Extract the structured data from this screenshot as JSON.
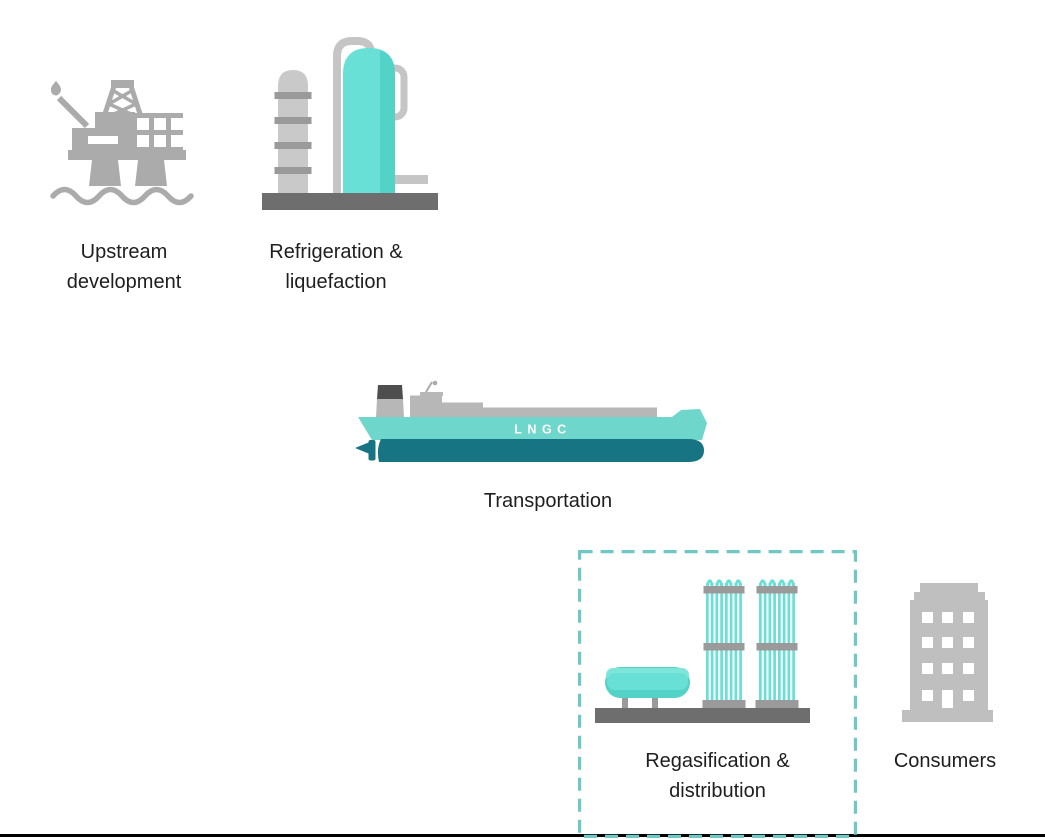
{
  "diagram": {
    "title": "",
    "stages": [
      {
        "id": "upstream-development",
        "label": "Upstream development",
        "lines": [
          "Upstream",
          "development"
        ],
        "icon": "offshore-oil-rig-icon"
      },
      {
        "id": "refrigeration-liquefaction",
        "label": "Refrigeration & liquefaction",
        "lines": [
          "Refrigeration &",
          "liquefaction"
        ],
        "icon": "liquefaction-plant-icon"
      },
      {
        "id": "transportation",
        "label": "Transportation",
        "lines": [
          "Transportation"
        ],
        "icon": "lng-carrier-ship-icon",
        "ship_hull_text": "LNGC"
      },
      {
        "id": "regasification-distribution",
        "label": "Regasification & distribution",
        "lines": [
          "Regasification &",
          "distribution"
        ],
        "icon": "regasification-terminal-icon",
        "highlighted": true
      },
      {
        "id": "consumers",
        "label": "Consumers",
        "lines": [
          "Consumers"
        ],
        "icon": "office-building-icon"
      }
    ],
    "highlight_box": {
      "stage_id": "regasification-distribution",
      "style": "dashed",
      "color": "#6FC8C4"
    }
  },
  "colors": {
    "background": "#FFFFFF",
    "text": "#1E1E1E",
    "gray-icon": "#ABABAB",
    "gray-light": "#C9C9C9",
    "gray-band": "#9A9A9A",
    "gray-dark": "#6E6E6E",
    "gray-deck": "#B7B7B7",
    "gray-building": "#BFBFBF",
    "funnel-dark": "#4E4E4E",
    "pipe-gray": "#C5C5C5",
    "teal": "#68E0D5",
    "teal-shade": "#53D2C8",
    "teal-highlight": "#7EE5DB",
    "ship-teal-top": "#6FD6CC",
    "ship-teal-hull": "#177482",
    "dash-teal": "#6FC8C4",
    "bottom-rule": "#000000"
  }
}
